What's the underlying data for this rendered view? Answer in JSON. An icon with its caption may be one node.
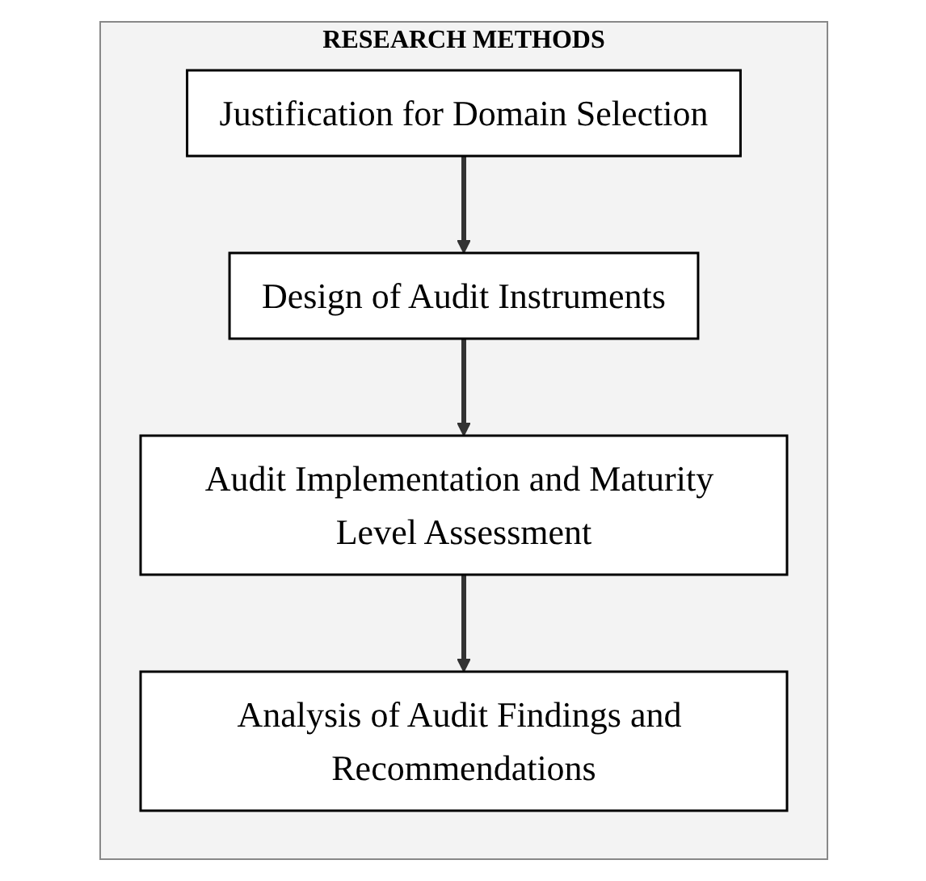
{
  "diagram": {
    "nodes": [
      {
        "text": [
          "RESEARCH METHODS"
        ]
      },
      {
        "text": [
          "Justification for Domain Selection"
        ],
        "in": 0
      },
      {
        "text": [
          "Design of Audit Instruments"
        ],
        "in": 0
      },
      {
        "text": [
          "Audit Implementation and Maturity Level Assessment"
        ],
        "in": 0
      },
      {
        "text": [
          "Analysis of Audit Findings and Recommendations"
        ],
        "in": 0
      }
    ],
    "edges": [
      {
        "from": 1,
        "to": 2,
        "arrow": "to"
      },
      {
        "from": 2,
        "to": 3,
        "arrow": "to"
      },
      {
        "from": 3,
        "to": 4,
        "arrow": "to"
      }
    ]
  }
}
